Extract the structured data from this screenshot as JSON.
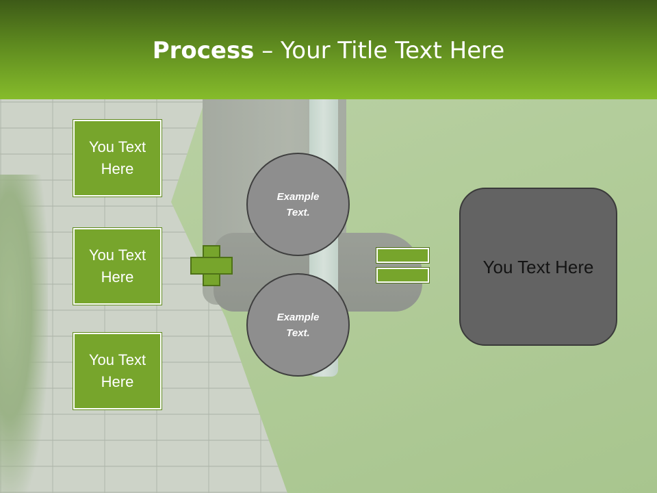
{
  "title": {
    "bold": "Process",
    "rest": " – Your Title Text Here"
  },
  "boxes": [
    {
      "label": "You Text Here"
    },
    {
      "label": "You Text Here"
    },
    {
      "label": "You Text Here"
    }
  ],
  "circles": [
    {
      "label": "Example Text."
    },
    {
      "label": "Example Text."
    }
  ],
  "result": {
    "label": "You Text Here"
  },
  "colors": {
    "accent_green": "#77a52c",
    "header_dark": "#3d5a17",
    "header_light": "#86bc2b",
    "circle_gray": "#8e8e8e",
    "result_gray": "#636363"
  },
  "icons": {
    "plus": "plus-icon",
    "equals": "equals-icon"
  }
}
